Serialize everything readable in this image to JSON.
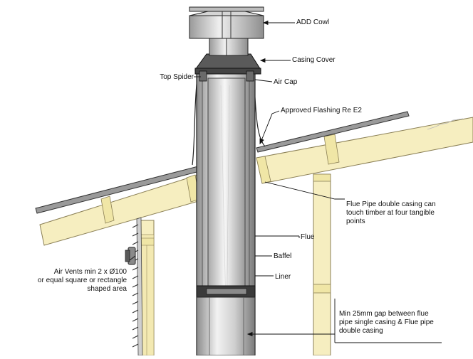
{
  "labels": {
    "add_cowl": "ADD Cowl",
    "casing_cover": "Casing Cover",
    "top_spider": "Top Spider",
    "air_cap": "Air Cap",
    "flashing": "Approved Flashing Re E2",
    "flue_casing_line1": "Flue Pipe double casing can",
    "flue_casing_line2": "touch timber at four tangible",
    "flue_casing_line3": "points",
    "flue": "Flue",
    "baffel": "Baffel",
    "liner": "Liner",
    "vents_line1": "Air Vents min 2 x Ø100",
    "vents_line2": "or equal square or rectangle",
    "vents_line3": "shaped area",
    "gap_line1": "Min 25mm gap between flue",
    "gap_line2": "pipe single casing & Flue pipe",
    "gap_line3": "double casing"
  },
  "colors": {
    "timber": "#f6eec0",
    "timber_edge": "#8a7f55",
    "steel_light": "#e8e8e8",
    "steel_mid": "#b8b8b8",
    "steel_dark": "#5a5a5a",
    "line": "#111111"
  }
}
